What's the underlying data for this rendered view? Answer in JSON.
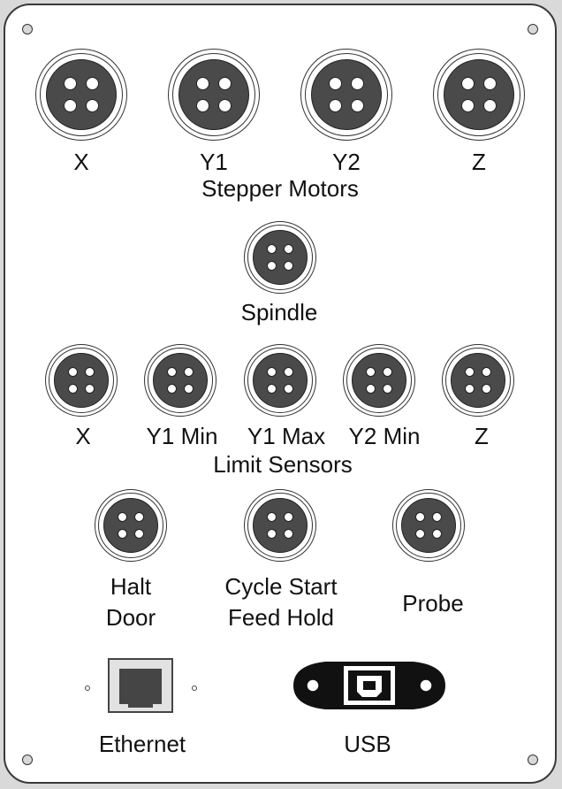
{
  "stepper": {
    "labels": [
      "X",
      "Y1",
      "Y2",
      "Z"
    ],
    "title": "Stepper Motors"
  },
  "spindle": {
    "label": "Spindle"
  },
  "limit": {
    "labels": [
      "X",
      "Y1 Min",
      "Y1 Max",
      "Y2 Min",
      "Z"
    ],
    "title": "Limit Sensors"
  },
  "controls": {
    "halt_line1": "Halt",
    "halt_line2": "Door",
    "cycle_line1": "Cycle Start",
    "cycle_line2": "Feed Hold",
    "probe": "Probe"
  },
  "ports": {
    "ethernet": "Ethernet",
    "usb": "USB"
  },
  "colors": {
    "panel": "#ffffff",
    "connector_face": "#4a4a4a",
    "outline": "#333333"
  }
}
